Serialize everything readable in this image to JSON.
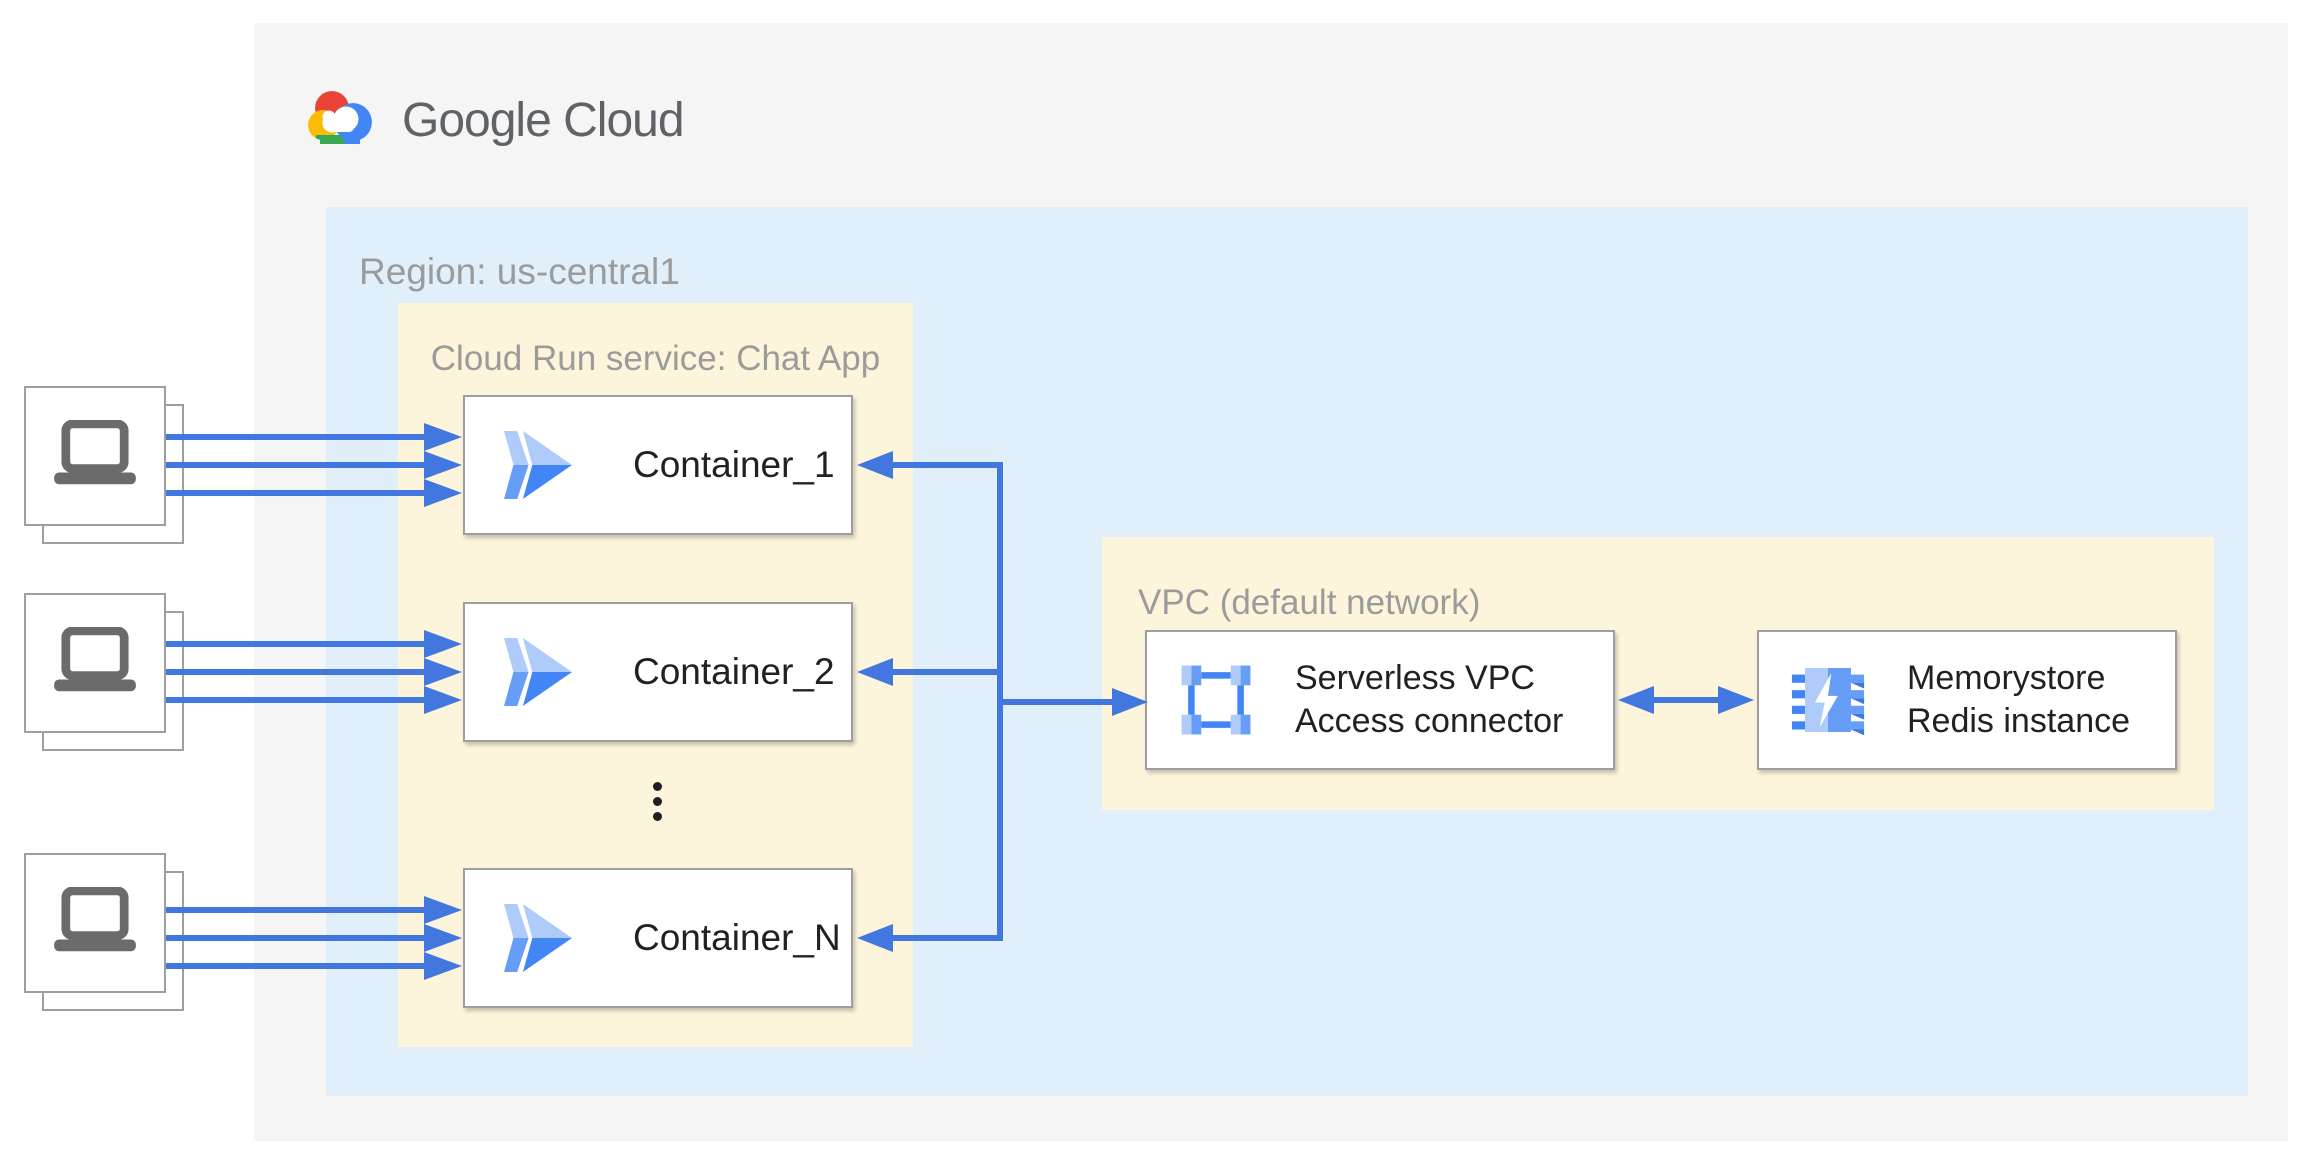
{
  "logo": {
    "text": "Google Cloud",
    "icon": "google-cloud-logo-icon"
  },
  "region": {
    "label": "Region: us-central1"
  },
  "cloud_run": {
    "label": "Cloud Run service: Chat App",
    "containers": [
      {
        "label": "Container_1",
        "icon": "cloud-run-icon"
      },
      {
        "label": "Container_2",
        "icon": "cloud-run-icon"
      },
      {
        "label": "Container_N",
        "icon": "cloud-run-icon"
      }
    ],
    "ellipsis_between": [
      "Container_2",
      "Container_N"
    ]
  },
  "vpc": {
    "label": "VPC (default network)",
    "nodes": [
      {
        "line1": "Serverless VPC",
        "line2": "Access connector",
        "icon": "serverless-vpc-access-connector-icon"
      },
      {
        "line1": "Memorystore",
        "line2": "Redis instance",
        "icon": "memorystore-redis-icon"
      }
    ]
  },
  "clients": {
    "icon": "laptop-icon",
    "count": 3,
    "arrows_per_client": 3
  },
  "colors": {
    "panel_bg": "#f5f5f5",
    "region_bg": "#e1effb",
    "zone_bg": "#fdf4dc",
    "arrow_blue": "#4377e0",
    "label_gray": "#9b9b9b",
    "text_dark": "#212121",
    "logo_gray": "#5f6368",
    "google_blue": "#4285f4",
    "google_red": "#ea4335",
    "google_yellow": "#fbbc05",
    "google_green": "#34a853",
    "icon_light_blue": "#aecbfa",
    "icon_mid_blue": "#669df6",
    "laptop_gray": "#6b6b6b"
  }
}
